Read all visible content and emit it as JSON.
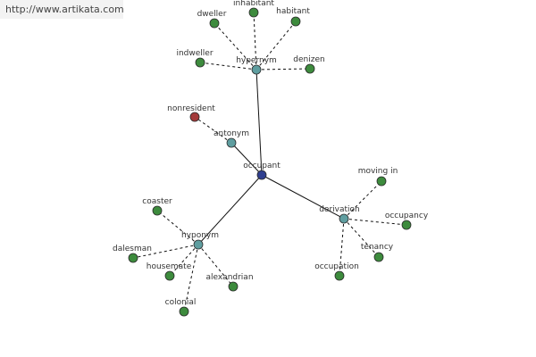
{
  "watermark": {
    "url": "http://www.artikata.com"
  },
  "colors": {
    "center": "#2f3f8f",
    "relation": "#5f9ea0",
    "word": "#3d8b3d",
    "antonym_word": "#a33a3a",
    "edge": "#111111",
    "label": "#333333"
  },
  "graph": {
    "center": {
      "id": "occupant",
      "label": "occupant"
    },
    "relations": [
      {
        "id": "hypernym",
        "label": "hypernym"
      },
      {
        "id": "antonym",
        "label": "antonym"
      },
      {
        "id": "derivation",
        "label": "derivation"
      },
      {
        "id": "hyponym",
        "label": "hyponym"
      }
    ],
    "words": [
      {
        "id": "dweller",
        "label": "dweller",
        "relation": "hypernym"
      },
      {
        "id": "inhabitant",
        "label": "inhabitant",
        "relation": "hypernym"
      },
      {
        "id": "habitant",
        "label": "habitant",
        "relation": "hypernym"
      },
      {
        "id": "indweller",
        "label": "indweller",
        "relation": "hypernym"
      },
      {
        "id": "denizen",
        "label": "denizen",
        "relation": "hypernym"
      },
      {
        "id": "nonresident",
        "label": "nonresident",
        "relation": "antonym"
      },
      {
        "id": "moving-in",
        "label": "moving in",
        "relation": "derivation"
      },
      {
        "id": "occupancy",
        "label": "occupancy",
        "relation": "derivation"
      },
      {
        "id": "tenancy",
        "label": "tenancy",
        "relation": "derivation"
      },
      {
        "id": "occupation",
        "label": "occupation",
        "relation": "derivation"
      },
      {
        "id": "coaster",
        "label": "coaster",
        "relation": "hyponym"
      },
      {
        "id": "dalesman",
        "label": "dalesman",
        "relation": "hyponym"
      },
      {
        "id": "housemate",
        "label": "housemate",
        "relation": "hyponym"
      },
      {
        "id": "alexandrian",
        "label": "alexandrian",
        "relation": "hyponym"
      },
      {
        "id": "colonial",
        "label": "colonial",
        "relation": "hyponym"
      }
    ]
  }
}
